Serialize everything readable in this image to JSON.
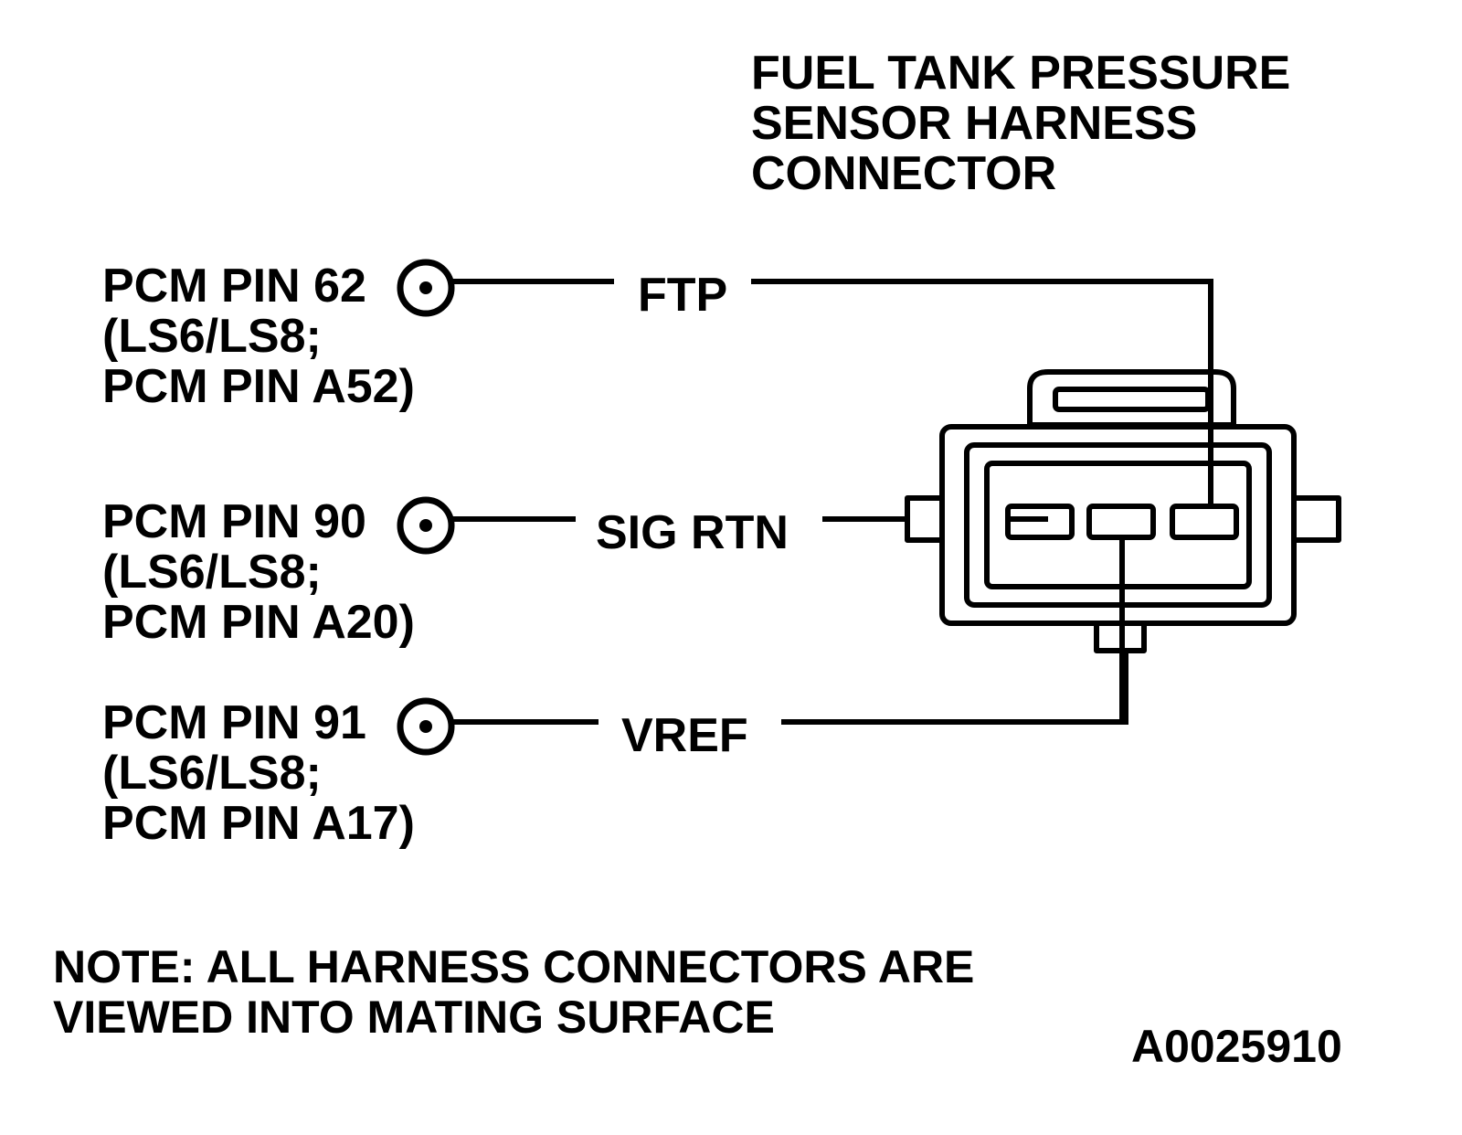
{
  "title": {
    "line1": "FUEL TANK PRESSURE",
    "line2": "SENSOR HARNESS",
    "line3": "CONNECTOR"
  },
  "pins": [
    {
      "pcm_label": "PCM PIN 62",
      "alt_line1": "(LS6/LS8;",
      "alt_line2": "PCM PIN A52)",
      "signal": "FTP"
    },
    {
      "pcm_label": "PCM PIN 90",
      "alt_line1": "(LS6/LS8;",
      "alt_line2": "PCM PIN A20)",
      "signal": "SIG RTN"
    },
    {
      "pcm_label": "PCM PIN 91",
      "alt_line1": "(LS6/LS8;",
      "alt_line2": "PCM PIN A17)",
      "signal": "VREF"
    }
  ],
  "note": {
    "line1": "NOTE:  ALL HARNESS CONNECTORS ARE",
    "line2": "VIEWED INTO MATING SURFACE"
  },
  "figure_id": "A0025910"
}
